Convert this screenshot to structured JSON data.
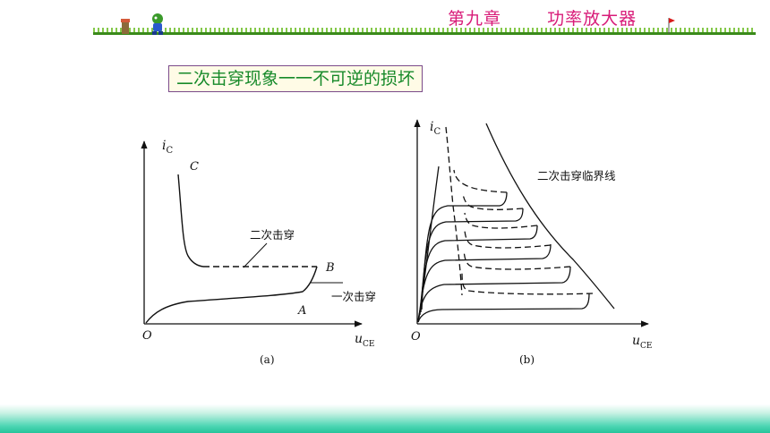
{
  "header": {
    "chapter": "第九章",
    "topic": "功率放大器"
  },
  "heading": "二次击穿现象一一不可逆的损坏",
  "figure_a": {
    "y_axis_label": "i",
    "y_axis_sub": "C",
    "x_axis_label": "u",
    "x_axis_sub": "CE",
    "origin": "O",
    "point_c": "C",
    "point_b": "B",
    "point_a": "A",
    "second_breakdown": "二次击穿",
    "first_breakdown": "一次击穿",
    "caption": "(a)"
  },
  "figure_b": {
    "y_axis_label": "i",
    "y_axis_sub": "C",
    "x_axis_label": "u",
    "x_axis_sub": "CE",
    "origin": "O",
    "critical_line": "二次击穿临界线",
    "caption": "(b)"
  },
  "colors": {
    "header_text": "#d81b78",
    "heading_text": "#178a2a",
    "grass": "#3a8a1a",
    "footer": "#26c49a"
  }
}
